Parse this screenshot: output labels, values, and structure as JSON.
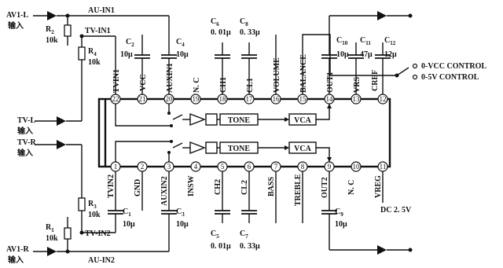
{
  "inputs": {
    "av1_l": "AV1-L",
    "av1_r": "AV1-R",
    "tv_l": "TV-L",
    "tv_r": "TV-R",
    "input_word": "输入"
  },
  "nets": {
    "au_in1": "AU-IN1",
    "tv_in1": "TV-IN1",
    "au_in2": "AU-IN2",
    "tv_in2": "TV-IN2"
  },
  "resistors": {
    "r2": {
      "name": "R",
      "sub": "2",
      "value": "10k"
    },
    "r4": {
      "name": "R",
      "sub": "4",
      "value": "10k"
    },
    "r3": {
      "name": "R",
      "sub": "3",
      "value": "10k"
    },
    "r1": {
      "name": "R",
      "sub": "1",
      "value": "10k"
    }
  },
  "capacitors": {
    "c2": {
      "name": "C",
      "sub": "2",
      "value": "10μ"
    },
    "c4": {
      "name": "C",
      "sub": "4",
      "value": "10μ"
    },
    "c6": {
      "name": "C",
      "sub": "6",
      "value": "0. 01μ"
    },
    "c8": {
      "name": "C",
      "sub": "8",
      "value": "0. 33μ"
    },
    "c10": {
      "name": "C",
      "sub": "10",
      "value": "10μ"
    },
    "c11": {
      "name": "C",
      "sub": "11",
      "value": "47μ"
    },
    "c12": {
      "name": "C",
      "sub": "12",
      "value": "12μ"
    },
    "c1": {
      "name": "C",
      "sub": "1",
      "value": "10μ"
    },
    "c3": {
      "name": "C",
      "sub": "3",
      "value": "10μ"
    },
    "c5": {
      "name": "C",
      "sub": "5",
      "value": "0. 01μ"
    },
    "c7": {
      "name": "C",
      "sub": "7",
      "value": "0. 33μ"
    },
    "c9": {
      "name": "C",
      "sub": "9",
      "value": "10μ"
    }
  },
  "pins_top": [
    {
      "num": "22",
      "label": "TVIN1"
    },
    {
      "num": "21",
      "label": "VCC"
    },
    {
      "num": "20",
      "label": "AUXIN1"
    },
    {
      "num": "19",
      "label": "N. C"
    },
    {
      "num": "18",
      "label": "CH1"
    },
    {
      "num": "17",
      "label": "CL1"
    },
    {
      "num": "16",
      "label": "VOLUME"
    },
    {
      "num": "15",
      "label": "BALANCE"
    },
    {
      "num": "14",
      "label": "OUT1"
    },
    {
      "num": "13",
      "label": "VRS"
    },
    {
      "num": "12",
      "label": "CREF"
    }
  ],
  "pins_bottom": [
    {
      "num": "1",
      "label": "TVIN2"
    },
    {
      "num": "2",
      "label": "GND"
    },
    {
      "num": "3",
      "label": "AUXIN2"
    },
    {
      "num": "4",
      "label": "INSW"
    },
    {
      "num": "5",
      "label": "CH2"
    },
    {
      "num": "6",
      "label": "CL2"
    },
    {
      "num": "7",
      "label": "BASS"
    },
    {
      "num": "8",
      "label": "TREBLE"
    },
    {
      "num": "9",
      "label": "OUT2"
    },
    {
      "num": "10",
      "label": "N. C"
    },
    {
      "num": "11",
      "label": "VREG"
    }
  ],
  "blocks": {
    "tone": "TONE",
    "vca": "VCA"
  },
  "controls": {
    "vcc_control": "0-VCC CONTROL",
    "v5_control": "0-5V CONTROL",
    "dc_supply": "DC 2. 5V"
  }
}
